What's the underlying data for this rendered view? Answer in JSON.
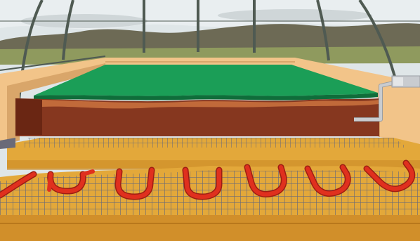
{
  "scene": {
    "subject": "greenhouse-raised-bed-with-soil-heating-cable",
    "layers": [
      "green-cover",
      "soil",
      "sand",
      "heating-cable-with-mesh",
      "sand-base"
    ],
    "icons": [
      "greenhouse-frame-icon",
      "pipe-icon",
      "heating-cable-icon"
    ]
  },
  "colors": {
    "sky": "#dfe6e8",
    "cloud": "#c8cfd2",
    "hills": "#6d6a55",
    "field": "#8f9a5e",
    "wall": "#f2c489",
    "wall_shadow": "#d9a66a",
    "cover": "#1b9e57",
    "cover_edge": "#0f6d3a",
    "soil": "#86371f",
    "soil_top": "#c16a3a",
    "sand": "#e3a83a",
    "sand_dark": "#c98b26",
    "mesh": "#6a6a78",
    "cable": "#e0301e",
    "cable_dark": "#9e1e12",
    "pipe": "#c9ccd0",
    "frame": "#4f5a52"
  }
}
